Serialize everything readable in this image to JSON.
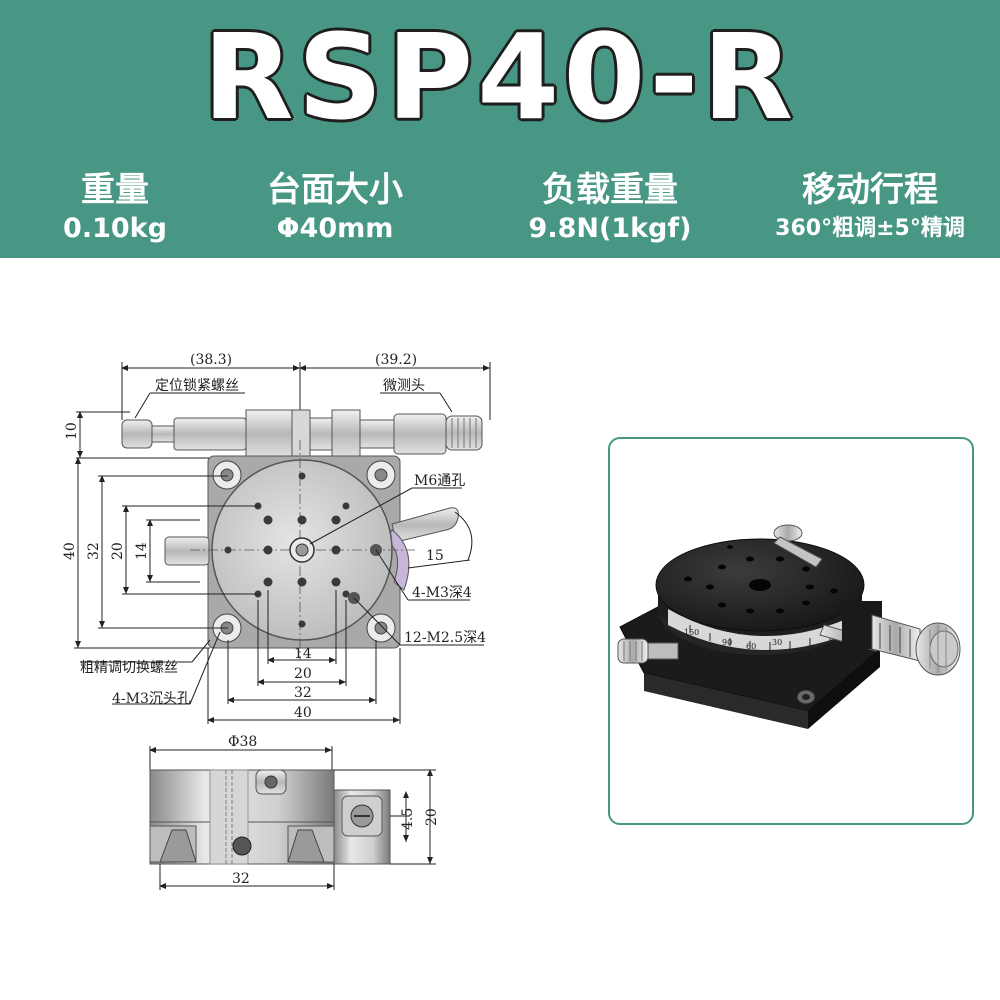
{
  "header": {
    "title": "RSP40-R",
    "specs": [
      {
        "label": "重量",
        "value": "0.10kg"
      },
      {
        "label": "台面大小",
        "value": "Φ40mm"
      },
      {
        "label": "负载重量",
        "value": "9.8N(1kgf)"
      },
      {
        "label": "移动行程",
        "value": "360°粗调±5°精调"
      }
    ]
  },
  "drawing": {
    "dims": {
      "top_left": "(38.3)",
      "top_right": "(39.2)",
      "height_10": "10",
      "left_40": "40",
      "left_32": "32",
      "left_20": "20",
      "left_14": "14",
      "angle_15": "15",
      "bottom_14": "14",
      "bottom_20": "20",
      "bottom_32": "32",
      "bottom_40": "40",
      "side_dia": "Φ38",
      "side_20": "20",
      "side_4_5": "4.5",
      "side_32": "32"
    },
    "labels": {
      "lock_screw": "定位锁紧螺丝",
      "micrometer": "微测头",
      "m6_hole": "M6通孔",
      "m3_deep": "4-M3深4",
      "m25_deep": "12-M2.5深4",
      "coarse_screw": "粗精调切换螺丝",
      "m3_counter": "4-M3沉头孔"
    }
  },
  "photo": {
    "dial_marks": [
      "150",
      "90",
      "60",
      "30"
    ]
  },
  "colors": {
    "banner": "#479784",
    "frame": "#479784"
  }
}
